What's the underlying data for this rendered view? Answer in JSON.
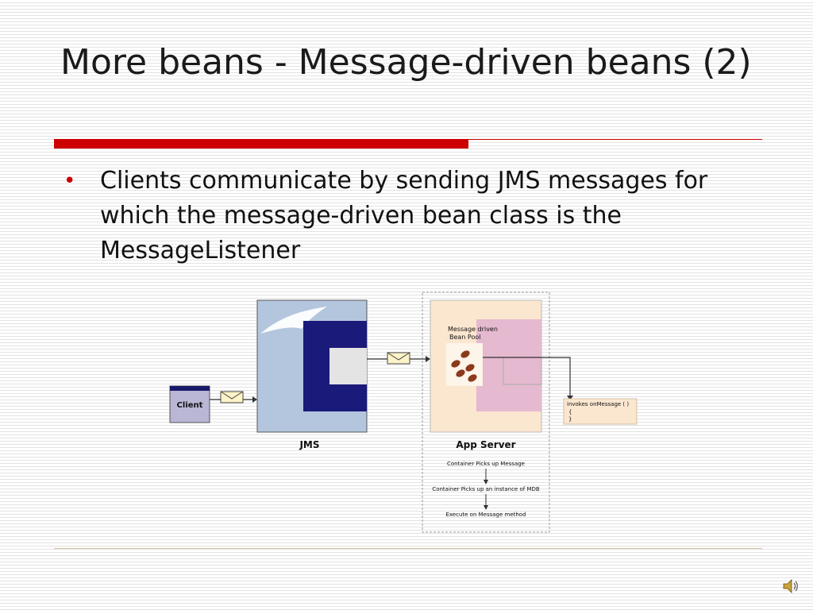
{
  "slide": {
    "title": "More beans - Message-driven beans (2)",
    "bullets": [
      "Clients communicate by sending JMS messages for which the message-driven bean class is the MessageListener"
    ]
  },
  "diagram": {
    "client_label": "Client",
    "jms_label": "JMS",
    "app_server_label": "App Server",
    "bean_pool_label_line1": "Message driven",
    "bean_pool_label_line2": "Bean Pool",
    "invoke_line1": "invokes onMessage ( )",
    "invoke_line2": "{",
    "invoke_line3": "}",
    "steps": [
      "Container Picks up Message",
      "Container Picks up an instance of MDB",
      "Execute on Message method"
    ]
  },
  "colors": {
    "accent": "#cc0000",
    "jms_bg": "#b4c6de",
    "jms_navy": "#1a1a7a",
    "app_bg": "#fbe6cf",
    "pool_pink": "#e5b9cf",
    "bean_brown": "#8b3a1a"
  },
  "icons": [
    "envelope-icon",
    "bird-logo-icon",
    "speaker-icon"
  ]
}
